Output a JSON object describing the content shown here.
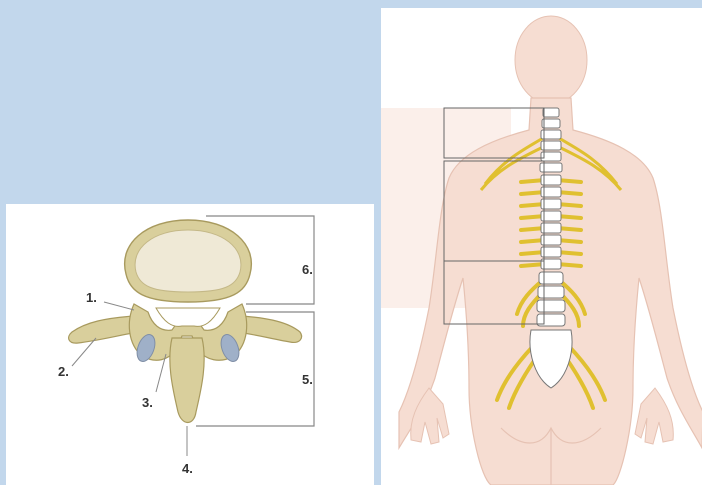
{
  "vertebra_diagram": {
    "labels": [
      {
        "id": "1",
        "text": "1."
      },
      {
        "id": "2",
        "text": "2."
      },
      {
        "id": "3",
        "text": "3."
      },
      {
        "id": "4",
        "text": "4."
      },
      {
        "id": "5",
        "text": "5."
      },
      {
        "id": "6",
        "text": "6."
      }
    ]
  },
  "colors": {
    "background": "#c2d7ec",
    "bone": "#d9cf9c",
    "bone_outline": "#a89a5e",
    "nerve": "#e0c030",
    "skin": "#f6ddd2",
    "skin_outline": "#e6c2b3",
    "cartilage": "#9fb0c8",
    "label_text": "#333333",
    "lines": "#888888"
  }
}
